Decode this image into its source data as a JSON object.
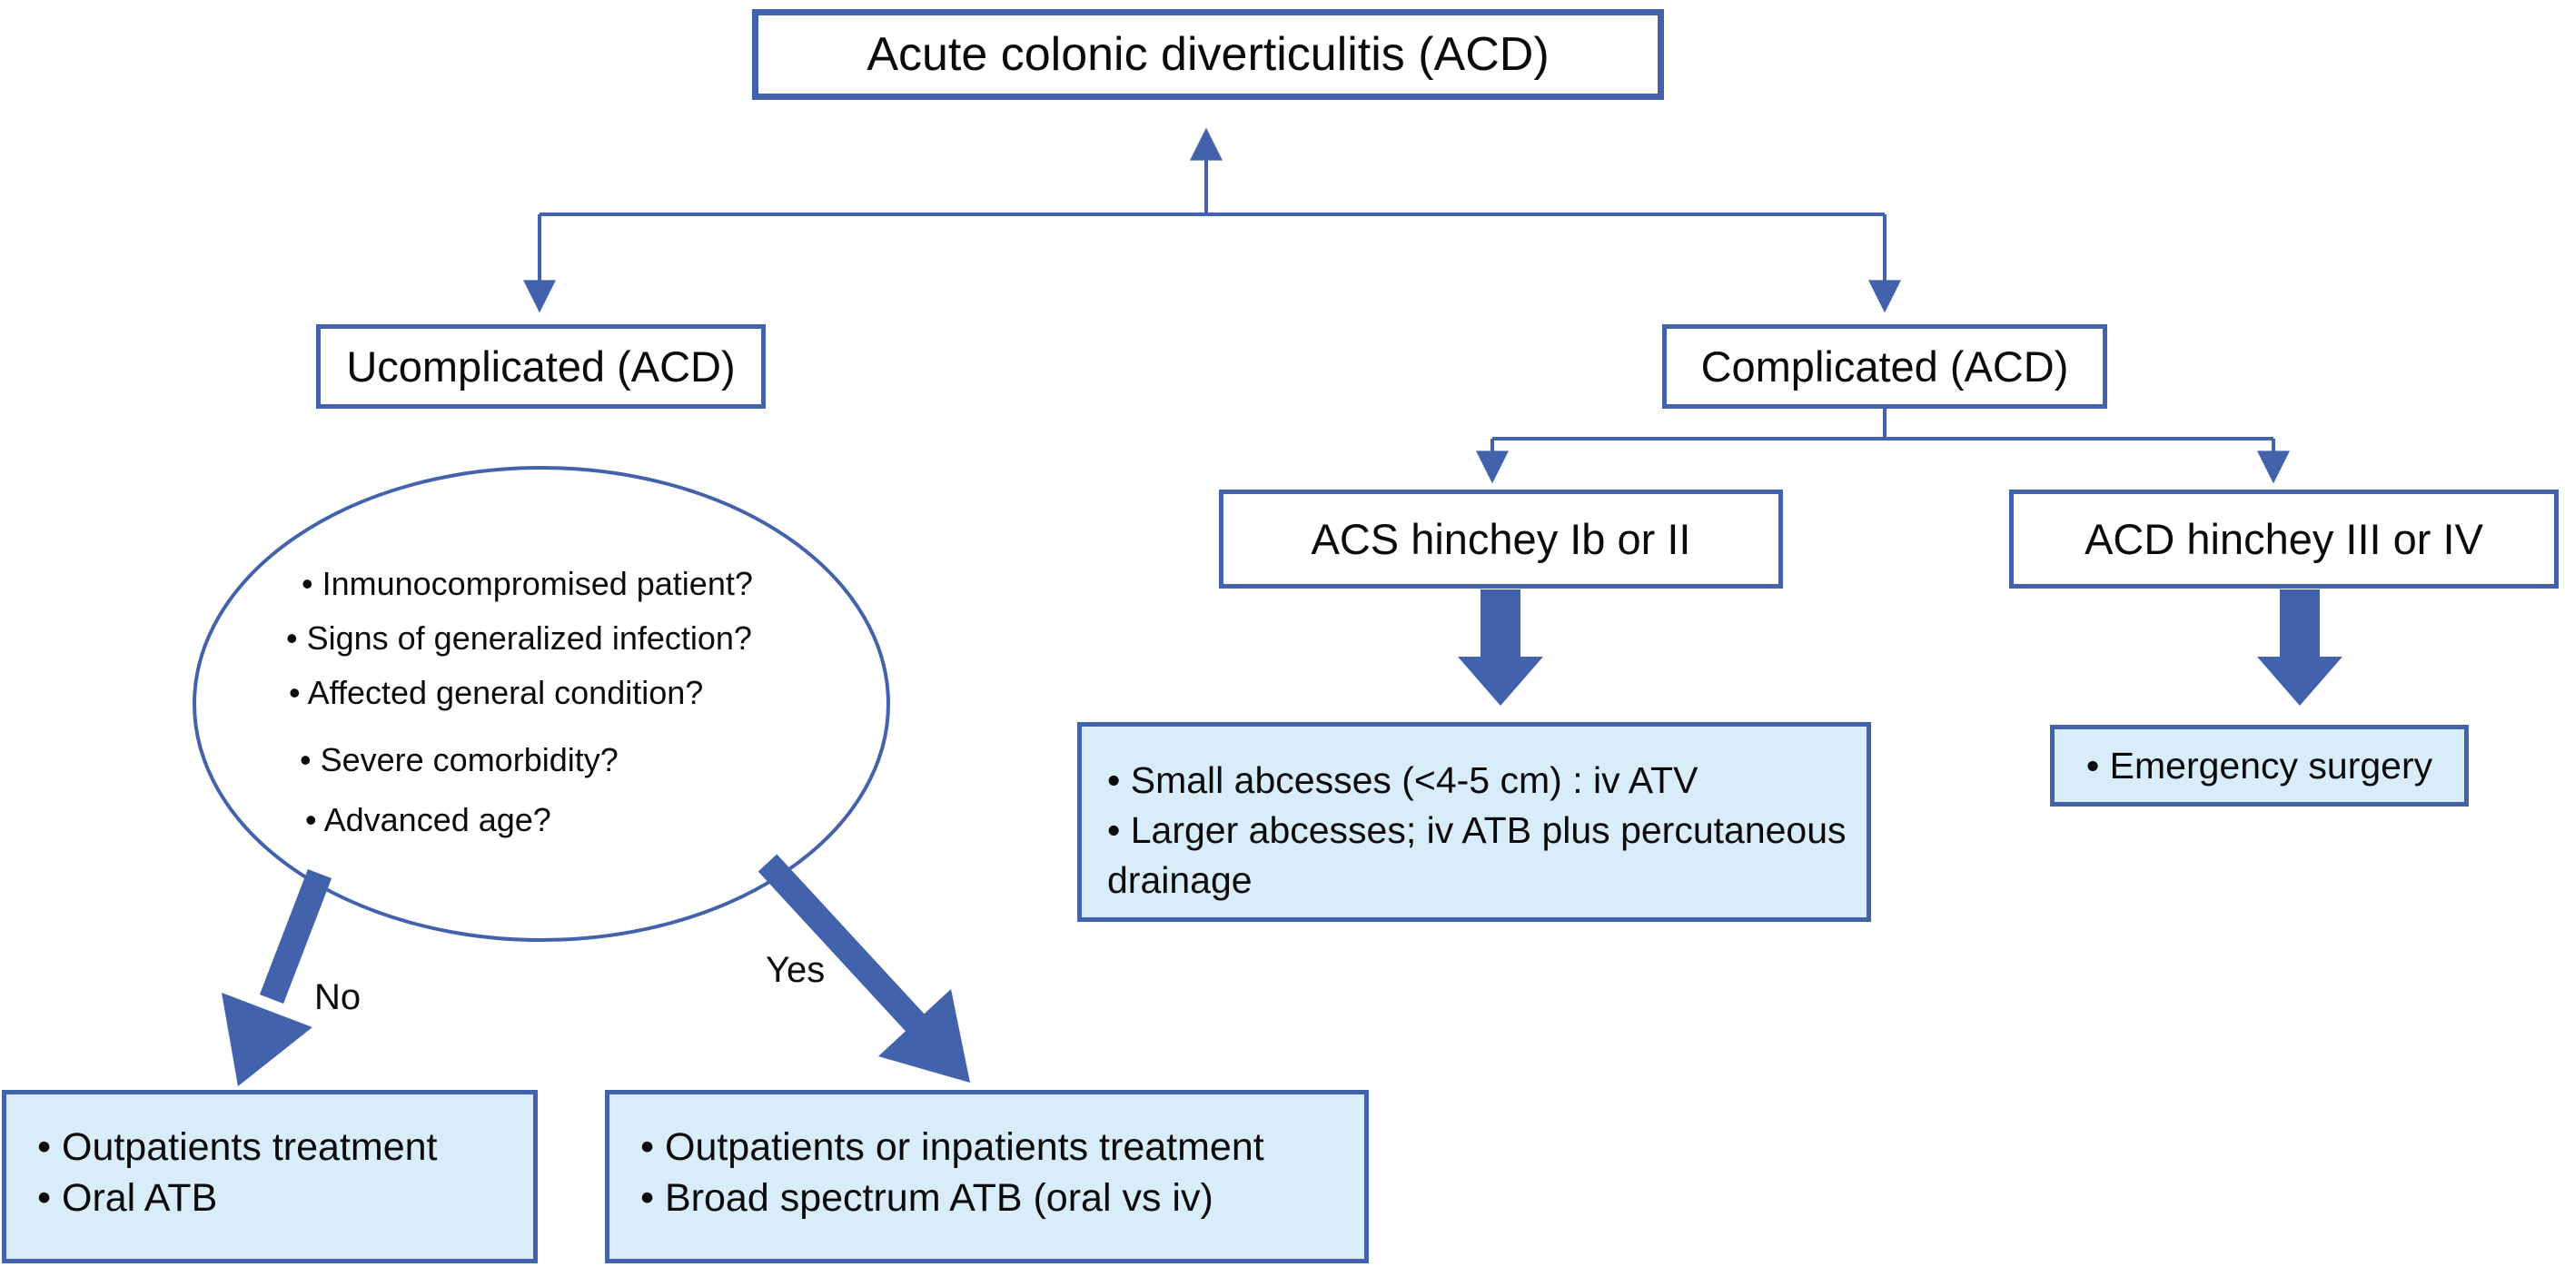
{
  "diagram": {
    "title": "Acute colonic diverticulitis (ACD)",
    "nodes": {
      "uncomplicated": {
        "label": "Ucomplicated (ACD)"
      },
      "complicated": {
        "label": "Complicated (ACD)"
      },
      "acs_hinchey": {
        "label": "ACS hinchey Ib or II"
      },
      "acd_hinchey": {
        "label": "ACD hinchey III or IV"
      },
      "criteria": {
        "lines": [
          "• Inmunocompromised patient?",
          "• Signs of generalized infection?",
          "• Affected general condition?",
          "• Severe comorbidity?",
          "• Advanced age?"
        ]
      },
      "abscess_treatment": {
        "lines": [
          "• Small abcesses (<4-5 cm) : iv ATV",
          "• Larger abcesses; iv ATB plus percutaneous",
          "drainage"
        ]
      },
      "emergency": {
        "label": "• Emergency surgery"
      },
      "outpatient_no": {
        "lines": [
          "• Outpatients treatment",
          "• Oral ATB"
        ]
      },
      "treatment_yes": {
        "lines": [
          "• Outpatients or inpatients treatment",
          "• Broad spectrum ATB (oral vs iv)"
        ]
      }
    },
    "edge_labels": {
      "no": "No",
      "yes": "Yes"
    },
    "colors": {
      "line": "#4263AC",
      "box_fill_light_blue": "#D8ECFA",
      "box_fill_white": "#FFFFFF",
      "text": "#0B0B0B"
    }
  }
}
